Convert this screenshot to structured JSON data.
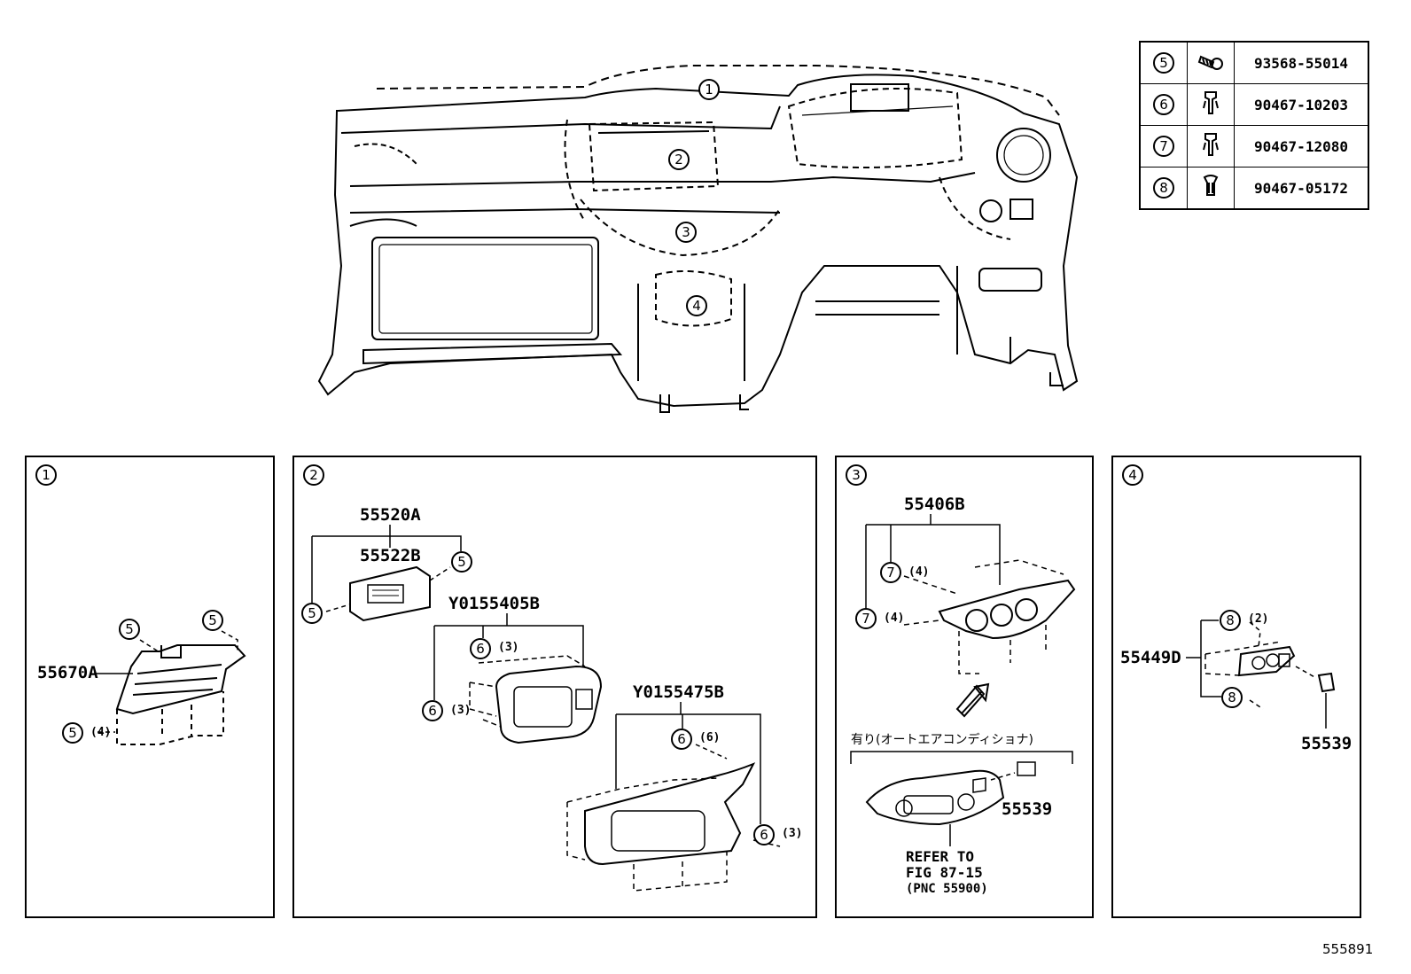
{
  "fastener_table": [
    {
      "ref": "5",
      "part_no": "93568-55014",
      "icon": "screw-icon"
    },
    {
      "ref": "6",
      "part_no": "90467-10203",
      "icon": "clip-icon"
    },
    {
      "ref": "7",
      "part_no": "90467-12080",
      "icon": "clip-icon"
    },
    {
      "ref": "8",
      "part_no": "90467-05172",
      "icon": "clip-icon"
    }
  ],
  "overview": {
    "callouts": [
      "1",
      "2",
      "3",
      "4"
    ]
  },
  "panels": {
    "p1": {
      "tag": "1",
      "part": "55670A",
      "fastener_refs": [
        "5",
        "5",
        "5"
      ],
      "qty_4": "(4)"
    },
    "p2": {
      "tag": "2",
      "part_a": "55520A",
      "part_b": "55522B",
      "part_c": "Y0155405B",
      "part_d": "Y0155475B",
      "fastener_refs": [
        "5",
        "5",
        "6",
        "6",
        "6",
        "6"
      ],
      "qty_3a": "(3)",
      "qty_3b": "(3)",
      "qty_6": "(6)",
      "qty_3c": "(3)"
    },
    "p3": {
      "tag": "3",
      "part": "55406B",
      "fastener_refs": [
        "7",
        "7"
      ],
      "qty_4a": "(4)",
      "qty_4b": "(4)",
      "note": "有り(オートエアコンディショナ)",
      "part_2": "55539",
      "refer_1": "REFER TO",
      "refer_2": "FIG 87-15",
      "refer_3": "(PNC 55900)"
    },
    "p4": {
      "tag": "4",
      "part": "55449D",
      "part_2": "55539",
      "fastener_refs": [
        "8",
        "8"
      ],
      "qty_2": "(2)"
    }
  },
  "figure_id": "555891"
}
